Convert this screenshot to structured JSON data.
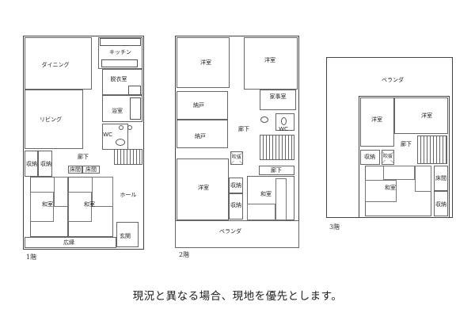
{
  "floor1": {
    "label": "1階",
    "rooms": {
      "kitchen": "キッチン",
      "dining": "ダイニング",
      "dressing": "脱衣室",
      "bath": "浴室",
      "living": "リビング",
      "wc": "WC",
      "hallway": "廊下",
      "storage1": "収納",
      "storage2": "収納",
      "tokonoma1": "床間",
      "tokonoma2": "床間",
      "washitsu1": "和室",
      "washitsu2": "和室",
      "hall": "ホール",
      "entrance": "玄関",
      "engawa": "広縁"
    }
  },
  "floor2": {
    "label": "2階",
    "rooms": {
      "western1": "洋室",
      "western2": "洋室",
      "utility": "家事室",
      "closet1": "納戸",
      "closet2": "納戸",
      "hallway": "廊下",
      "wc": "WC",
      "void": "吹抜",
      "hallway2": "廊下",
      "western3": "洋室",
      "storage1": "収納",
      "storage2": "収納",
      "washitsu": "和室",
      "veranda": "ベランダ"
    }
  },
  "floor3": {
    "label": "3階",
    "rooms": {
      "veranda": "ベランダ",
      "western1": "洋室",
      "western2": "洋室",
      "hallway": "廊下",
      "storage1": "収納",
      "void": "吹抜",
      "washitsu": "和室",
      "tokonoma": "床間",
      "storage2": "収納"
    }
  },
  "note": "現況と異なる場合、現地を優先とします。"
}
